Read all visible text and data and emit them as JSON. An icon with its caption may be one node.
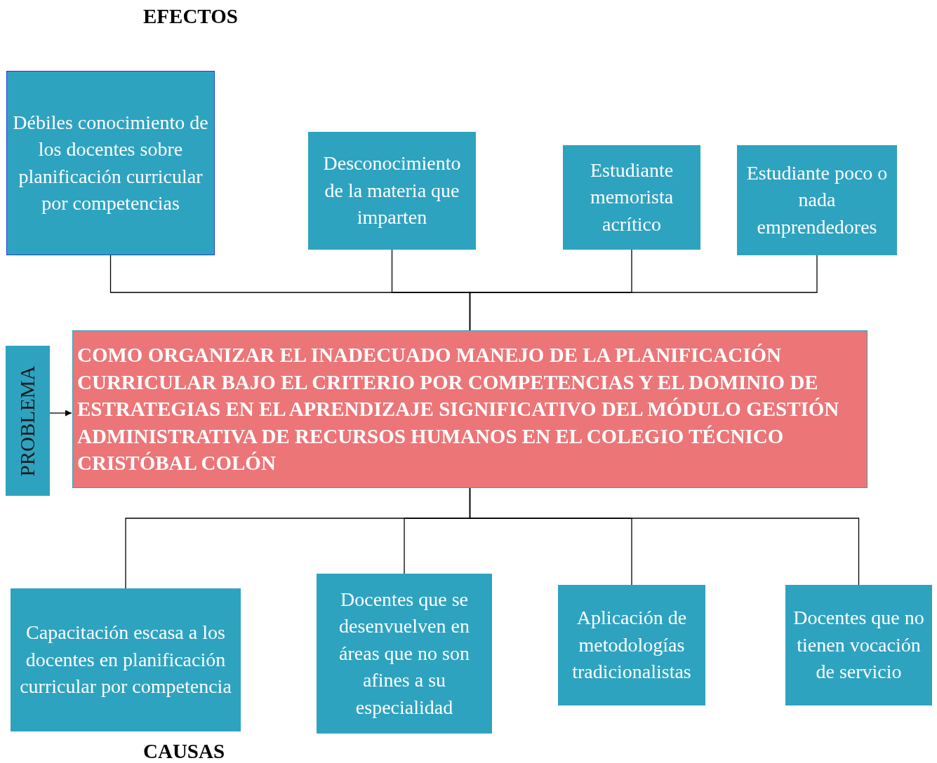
{
  "diagram": {
    "nodes": [
      {
        "text": [
          "Débiles conocimiento de los docentes sobre planificación curricular por competencias"
        ]
      },
      {
        "text": [
          "Desconocimiento de la materia que imparten"
        ]
      },
      {
        "text": [
          "Estudiante memorista acrítico"
        ]
      },
      {
        "text": [
          "Estudiante poco o nada emprendedores"
        ]
      },
      {
        "text": [
          "COMO ORGANIZAR EL INADECUADO MANEJO  DE LA PLANIFICACIÓN CURRICULAR BAJO EL CRITERIO POR COMPETENCIAS Y EL DOMINIO DE ESTRATEGIAS EN EL APRENDIZAJE SIGNIFICATIVO DEL MÓDULO GESTIÓN ADMINISTRATIVA DE RECURSOS HUMANOS EN EL COLEGIO TÉCNICO CRISTÓBAL COLÓN"
        ]
      },
      {
        "text": [
          "PROBLEMA"
        ]
      },
      {
        "text": [
          "Capacitación escasa a los docentes en planificación curricular por competencia"
        ]
      },
      {
        "text": [
          "Docentes que se desenvuelven en áreas que no son afines a su especialidad"
        ]
      },
      {
        "text": [
          "Aplicación de metodologías tradicionalistas"
        ]
      },
      {
        "text": [
          "Docentes que no tienen vocación de servicio"
        ]
      }
    ],
    "edges": [
      {
        "from": 4,
        "to": 0,
        "arrow": "none"
      },
      {
        "from": 4,
        "to": 1,
        "arrow": "none"
      },
      {
        "from": 4,
        "to": 2,
        "arrow": "none"
      },
      {
        "from": 4,
        "to": 3,
        "arrow": "none"
      },
      {
        "from": 5,
        "to": 4,
        "arrow": "to"
      },
      {
        "from": 4,
        "to": 6,
        "arrow": "none"
      },
      {
        "from": 4,
        "to": 7,
        "arrow": "none"
      },
      {
        "from": 4,
        "to": 8,
        "arrow": "none"
      },
      {
        "from": 4,
        "to": 9,
        "arrow": "none"
      }
    ],
    "labels": [
      "EFECTOS",
      "CAUSAS"
    ]
  }
}
